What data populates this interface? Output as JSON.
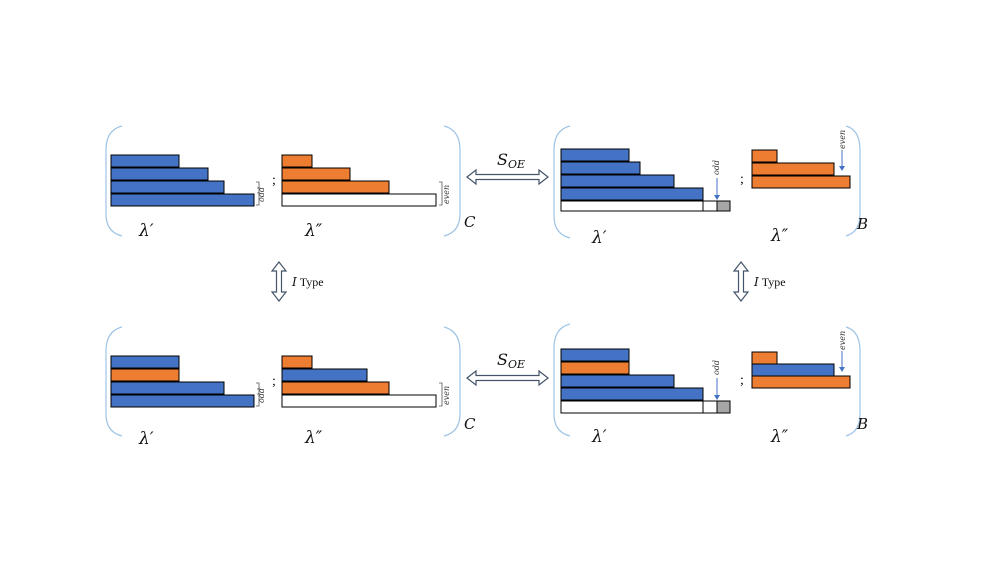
{
  "colors": {
    "blue": "#4472c4",
    "orange": "#ed7d31",
    "gray": "#a6a6a6",
    "white": "#ffffff",
    "bracket": "#9dc3e6",
    "arrow_stroke": "#44546a",
    "arrow_fill": "#ffffff",
    "pointer": "#4472c4"
  },
  "labels": {
    "lambda_prime": "λ′",
    "lambda_double_prime": "λ″",
    "type_c": "C",
    "type_b": "B",
    "s_oe_main": "S",
    "s_oe_sub": "OE",
    "i_type_italic": "I",
    "i_type_text": "Type",
    "odd": "odd",
    "even": "even",
    "separator": ";"
  },
  "panels": {
    "top_left": {
      "type_label": "C",
      "lambda_prime_rows": [
        "blue",
        "blue",
        "blue",
        "blue"
      ],
      "lambda_double_prime_rows": [
        "orange",
        "orange",
        "orange",
        "white"
      ]
    },
    "top_right": {
      "type_label": "B",
      "lambda_prime_rows": [
        "blue",
        "blue",
        "blue",
        "blue",
        "white"
      ],
      "lambda_double_prime_rows": [
        "orange",
        "orange",
        "orange"
      ]
    },
    "bottom_left": {
      "type_label": "C",
      "lambda_prime_rows": [
        "blue",
        "orange",
        "blue",
        "blue"
      ],
      "lambda_double_prime_rows": [
        "orange",
        "blue",
        "orange",
        "white"
      ]
    },
    "bottom_right": {
      "type_label": "B",
      "lambda_prime_rows": [
        "blue",
        "orange",
        "blue",
        "blue",
        "white"
      ],
      "lambda_double_prime_rows": [
        "orange",
        "blue",
        "orange"
      ]
    }
  }
}
